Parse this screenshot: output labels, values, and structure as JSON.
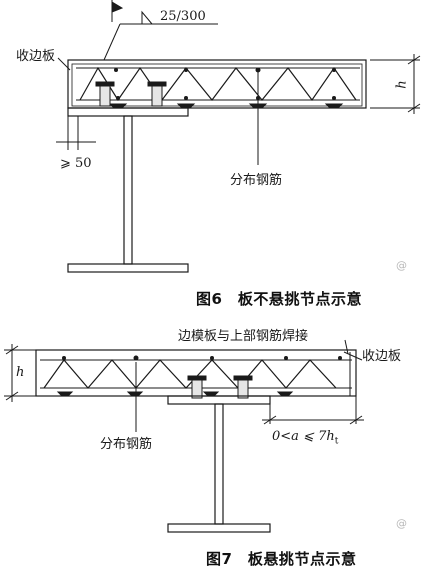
{
  "figure6": {
    "caption": "图6　板不悬挑节点示意",
    "label_edge_form": "收边板",
    "label_weld": "25/300",
    "label_min_bearing": "⩾ 50",
    "label_distribution_bar": "分布钢筋",
    "label_height": "h"
  },
  "figure7": {
    "caption": "图7　板悬挑节点示意",
    "label_weld_note": "边模板与上部钢筋焊接",
    "label_edge_form": "收边板",
    "label_distribution_bar": "分布钢筋",
    "label_height": "h",
    "label_cantilever": "0<a ⩽ 7h",
    "label_cantilever_sub": "t"
  },
  "watermark": "@"
}
